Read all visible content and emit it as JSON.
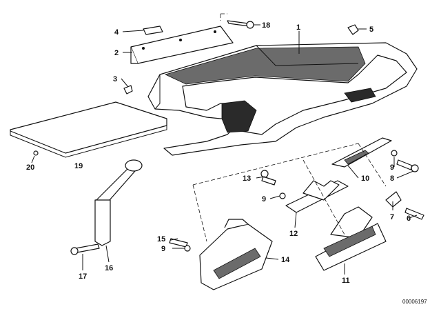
{
  "callouts": [
    "1",
    "2",
    "3",
    "4",
    "5",
    "6",
    "7",
    "8",
    "9",
    "10",
    "11",
    "12",
    "13",
    "14",
    "15",
    "16",
    "17",
    "18",
    "19",
    "20",
    "9",
    "9"
  ],
  "reference_code": "00006197"
}
